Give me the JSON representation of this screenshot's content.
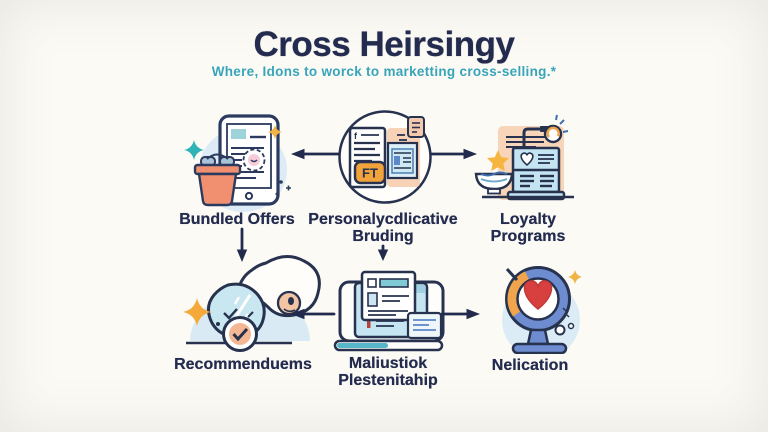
{
  "header": {
    "title": "Cross Heirsingy",
    "subtitle": "Where, Idons to worck to marketting cross-selling.*"
  },
  "nodes": {
    "bundled_offers": {
      "label": "Bundled Offers",
      "icon": "tablet-shopping-basket-icon"
    },
    "personalized_branding": {
      "label_line1": "Personalycdlicative",
      "label_line2": "Bruding",
      "tag": "FT",
      "doc_mark": "f",
      "icon": "documents-ft-tag-icon"
    },
    "loyalty_programs": {
      "label_line1": "Loyalty",
      "label_line2": "Programs",
      "icon": "loyalty-kiosk-star-bowl-icon"
    },
    "recommendations": {
      "label": "Recommenduems",
      "icon": "cloud-eye-check-badge-icon"
    },
    "marketing_presentation": {
      "label_line1": "Maliustiok",
      "label_line2": "Plestenitahip",
      "icon": "laptop-documents-icon"
    },
    "notification": {
      "label": "Nelication",
      "icon": "globe-heart-icon"
    }
  },
  "colors": {
    "background": "#fbfaf5",
    "navy": "#232b4e",
    "teal_accent": "#38a4ba",
    "orange": "#f2a33c",
    "salmon": "#f09070",
    "peach": "#f8d2b6",
    "light_blue": "#d9eaf5",
    "sky_blue": "#c4e5f1",
    "blue": "#5d87c9",
    "red": "#d84040",
    "yellow": "#f5b53e"
  }
}
